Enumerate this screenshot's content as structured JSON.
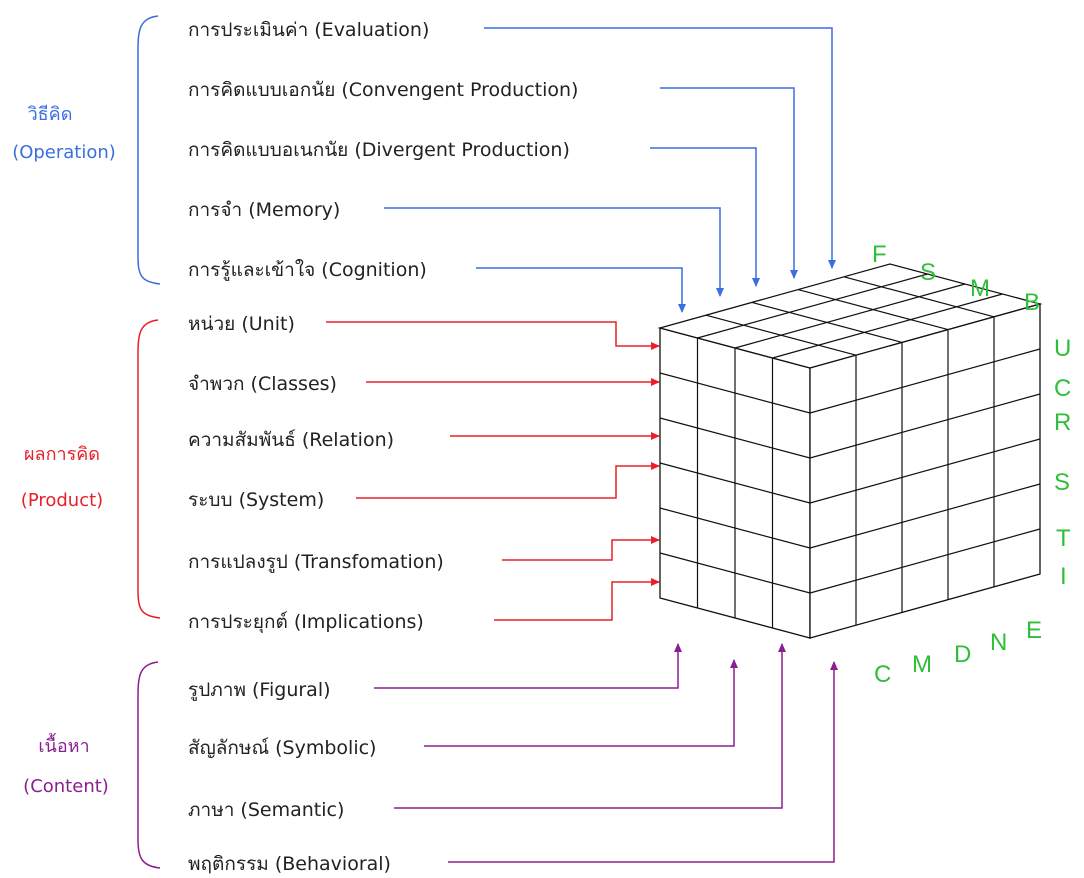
{
  "colors": {
    "operation": "#3b6fe0",
    "product": "#e8202a",
    "content": "#8a1f8f",
    "letters": "#2fbf3a",
    "text": "#222222",
    "grid": "#111111"
  },
  "groups": {
    "operation": {
      "title": "วิธีคิด",
      "subtitle": "(Operation)"
    },
    "product": {
      "title": "ผลการคิด",
      "subtitle": "(Product)"
    },
    "content": {
      "title": "เนื้อหา",
      "subtitle": "(Content)"
    }
  },
  "operation_items": [
    "การประเมินค่า (Evaluation)",
    "การคิดแบบเอกนัย (Convengent Production)",
    "การคิดแบบอเนกนัย (Divergent Production)",
    "การจำ (Memory)",
    "การรู้และเข้าใจ (Cognition)"
  ],
  "product_items": [
    "หน่วย (Unit)",
    "จำพวก (Classes)",
    "ความสัมพันธ์ (Relation)",
    "ระบบ (System)",
    "การแปลงรูป (Transfomation)",
    "การประยุกต์ (Implications)"
  ],
  "content_items": [
    "รูปภาพ (Figural)",
    "สัญลักษณ์ (Symbolic)",
    "ภาษา (Semantic)",
    "พฤติกรรม (Behavioral)"
  ],
  "cube_letters": {
    "top": [
      "F",
      "S",
      "M",
      "B"
    ],
    "right": [
      "U",
      "C",
      "R",
      "S",
      "T",
      "I"
    ],
    "bottom": [
      "C",
      "M",
      "D",
      "N",
      "E"
    ]
  }
}
